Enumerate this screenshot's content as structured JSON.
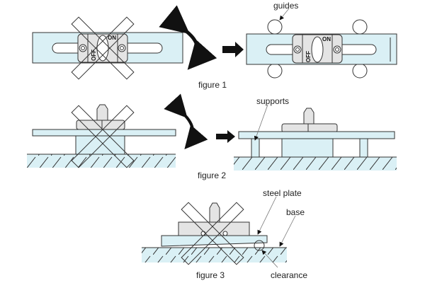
{
  "figure1": {
    "caption": "figure 1",
    "guides_label": "guides",
    "switch_on": "ON",
    "switch_off": "OFF"
  },
  "figure2": {
    "caption": "figure 2",
    "supports_label": "supports"
  },
  "figure3": {
    "caption": "figure 3",
    "steel_plate_label": "steel plate",
    "base_label": "base",
    "clearance_label": "clearance"
  },
  "colors": {
    "plate": "#daf0f5",
    "body": "#e4e4e4",
    "outline": "#333333"
  }
}
